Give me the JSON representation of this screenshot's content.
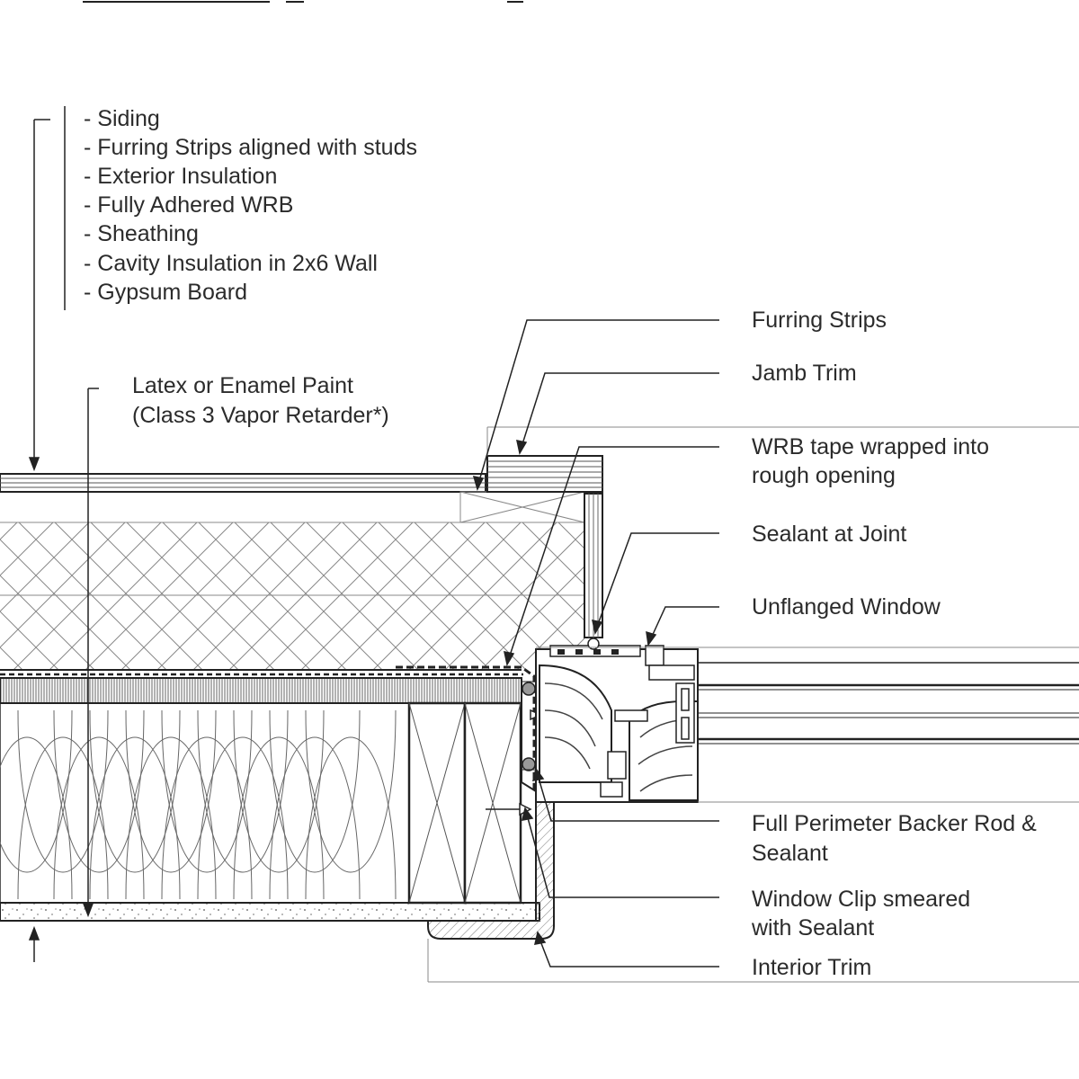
{
  "layers_list": [
    "- Siding",
    "- Furring Strips aligned with studs",
    "- Exterior Insulation",
    "- Fully Adhered WRB",
    "- Sheathing",
    "- Cavity Insulation in 2x6 Wall",
    "- Gypsum Board"
  ],
  "paint_note": {
    "line1": "Latex or Enamel Paint",
    "line2": "(Class 3 Vapor Retarder*)"
  },
  "callouts": {
    "furring_strips": "Furring Strips",
    "jamb_trim": "Jamb Trim",
    "wrb_tape_1": "WRB tape wrapped into",
    "wrb_tape_2": "rough opening",
    "sealant_joint": "Sealant at Joint",
    "unflanged_window": "Unflanged Window",
    "backer_rod_1": "Full Perimeter Backer Rod &",
    "backer_rod_2": "Sealant",
    "window_clip_1": "Window Clip smeared",
    "window_clip_2": "with Sealant",
    "interior_trim": "Interior Trim"
  }
}
